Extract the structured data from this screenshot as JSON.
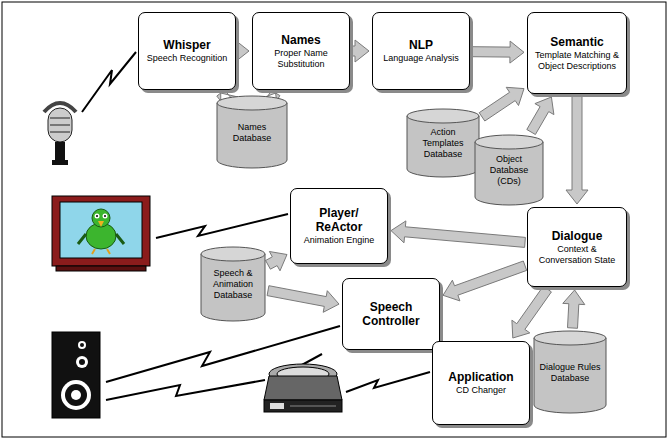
{
  "diagram": {
    "nodes": [
      {
        "text": [
          "Whisper",
          "Speech Recognition"
        ]
      },
      {
        "text": [
          "Names",
          "Proper Name Substitution"
        ]
      },
      {
        "text": [
          "NLP",
          "Language Analysis"
        ]
      },
      {
        "text": [
          "Semantic",
          "Template Matching & Object Descriptions"
        ]
      },
      {
        "text": [
          "Dialogue",
          "Context & Conversation State"
        ]
      },
      {
        "text": [
          "Player/ ReActor",
          "Animation Engine"
        ]
      },
      {
        "text": [
          "Speech Controller"
        ]
      },
      {
        "text": [
          "Application",
          "CD Changer"
        ]
      },
      {
        "text": [
          "Names Database"
        ]
      },
      {
        "text": [
          "Action Templates Database"
        ]
      },
      {
        "text": [
          "Object Database (CDs)"
        ]
      },
      {
        "text": [
          "Speech & Animation Database"
        ]
      },
      {
        "text": [
          "Dialogue Rules Database"
        ]
      }
    ],
    "edges": [
      {
        "from": 0,
        "to": 1,
        "arrow": "to"
      },
      {
        "from": 1,
        "to": 2,
        "arrow": "to"
      },
      {
        "from": 2,
        "to": 3,
        "arrow": "to"
      },
      {
        "from": 8,
        "to": 0,
        "arrow": "to"
      },
      {
        "from": 8,
        "to": 1,
        "arrow": "to"
      },
      {
        "from": 9,
        "to": 3,
        "arrow": "to"
      },
      {
        "from": 10,
        "to": 3,
        "arrow": "to"
      },
      {
        "from": 3,
        "to": 4,
        "arrow": "to"
      },
      {
        "from": 4,
        "to": 5,
        "arrow": "to"
      },
      {
        "from": 4,
        "to": 6,
        "arrow": "to"
      },
      {
        "from": 4,
        "to": 7,
        "arrow": "to"
      },
      {
        "from": 12,
        "to": 4,
        "arrow": "to"
      },
      {
        "from": 11,
        "to": 5,
        "arrow": "to"
      },
      {
        "from": 11,
        "to": 6,
        "arrow": "to"
      }
    ]
  }
}
